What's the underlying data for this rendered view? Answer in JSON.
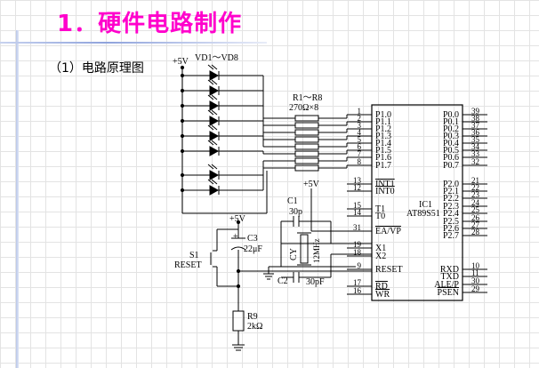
{
  "slide": {
    "title": "1．硬件电路制作",
    "subtitle": "（1）电路原理图"
  },
  "diagram": {
    "vcc_top": "+5V",
    "vd_label": "VD1～VD8",
    "r_label_1": "R1～R8",
    "r_label_2": "270Ω×8",
    "vcc_c1": "+5V",
    "vcc_reset": "+5V",
    "c1_name": "C1",
    "c1_value": "30p",
    "c2_name": "C2",
    "c2_value": "30pF",
    "c3_name": "C3",
    "c3_value": "22μF",
    "cy_name": "CY",
    "cy_value": "12MHz",
    "s1_name": "S1",
    "s1_label": "RESET",
    "r9_name": "R9",
    "r9_value": "2kΩ",
    "ic_name": "IC1",
    "ic_part": "AT89S51",
    "left_pins": [
      {
        "num": "1",
        "name": "P1.0"
      },
      {
        "num": "2",
        "name": "P1.1"
      },
      {
        "num": "3",
        "name": "P1.2"
      },
      {
        "num": "4",
        "name": "P1.3"
      },
      {
        "num": "5",
        "name": "P1.4"
      },
      {
        "num": "6",
        "name": "P1.5"
      },
      {
        "num": "7",
        "name": "P1.6"
      },
      {
        "num": "8",
        "name": "P1.7"
      },
      {
        "num": "13",
        "name": "INT1"
      },
      {
        "num": "12",
        "name": "INT0"
      },
      {
        "num": "15",
        "name": "T1"
      },
      {
        "num": "14",
        "name": "T0"
      },
      {
        "num": "31",
        "name": "EA/VP"
      },
      {
        "num": "19",
        "name": "X1"
      },
      {
        "num": "18",
        "name": "X2"
      },
      {
        "num": "9",
        "name": "RESET"
      },
      {
        "num": "17",
        "name": "RD"
      },
      {
        "num": "16",
        "name": "WR"
      }
    ],
    "right_pins": [
      {
        "num": "39",
        "name": "P0.0"
      },
      {
        "num": "38",
        "name": "P0.1"
      },
      {
        "num": "37",
        "name": "P0.2"
      },
      {
        "num": "36",
        "name": "P0.3"
      },
      {
        "num": "35",
        "name": "P0.4"
      },
      {
        "num": "34",
        "name": "P0.5"
      },
      {
        "num": "33",
        "name": "P0.6"
      },
      {
        "num": "32",
        "name": "P0.7"
      },
      {
        "num": "21",
        "name": "P2.0"
      },
      {
        "num": "22",
        "name": "P2.1"
      },
      {
        "num": "23",
        "name": "P2.2"
      },
      {
        "num": "24",
        "name": "P2.3"
      },
      {
        "num": "25",
        "name": "P2.4"
      },
      {
        "num": "26",
        "name": "P2.5"
      },
      {
        "num": "27",
        "name": "P2.6"
      },
      {
        "num": "28",
        "name": "P2.7"
      },
      {
        "num": "10",
        "name": "RXD"
      },
      {
        "num": "11",
        "name": "TXD"
      },
      {
        "num": "30",
        "name": "ALE/P"
      },
      {
        "num": "29",
        "name": "PSEN"
      }
    ]
  }
}
